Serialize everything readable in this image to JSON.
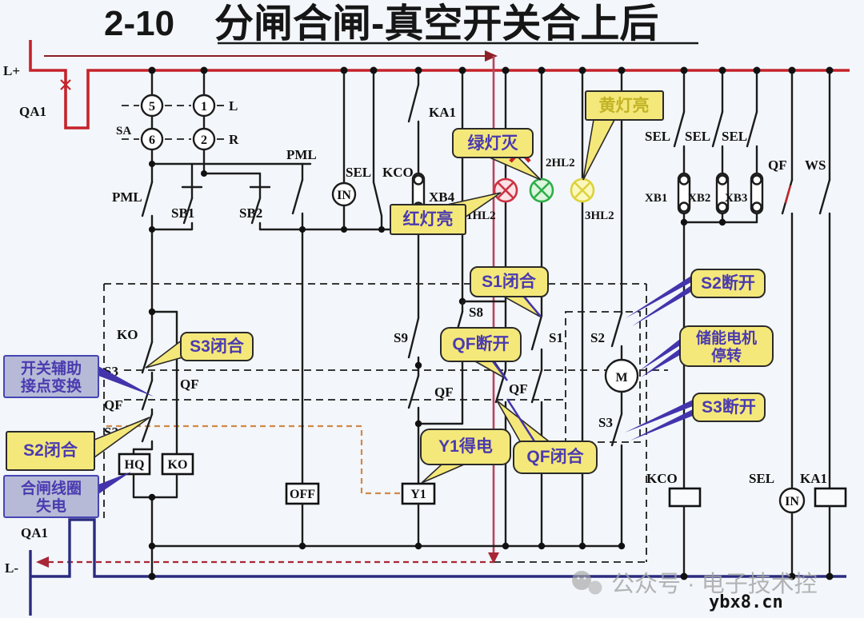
{
  "title": {
    "num": "2-10",
    "text": "分闸合闸-真空开关合上后"
  },
  "terminals": {
    "l_plus": "L+",
    "l_minus": "L-",
    "qa1_top": "QA1",
    "qa1_bottom": "QA1"
  },
  "selector": {
    "sa": "SA",
    "c5": "5",
    "c6": "6",
    "c1": "1",
    "c2": "2",
    "l": "L",
    "r": "R"
  },
  "top": {
    "pml_left": "PML",
    "sb1": "SB1",
    "sb2": "SB2",
    "pml_right": "PML",
    "sel": "SEL",
    "kco": "KCO",
    "ka1": "KA1",
    "xb4": "XB4",
    "in": "IN"
  },
  "lamps": {
    "hl1": "1HL2",
    "hl2": "2HL2",
    "hl3": "3HL2"
  },
  "right": {
    "sel1": "SEL",
    "sel2": "SEL",
    "sel3": "SEL",
    "xb1": "XB1",
    "xb2": "XB2",
    "xb3": "XB3",
    "qf": "QF",
    "ws": "WS"
  },
  "left_chain": {
    "ko": "KO",
    "s3": "S3",
    "qf_branch": "QF",
    "qf": "QF",
    "s2": "S2",
    "hq_coil": "HQ",
    "ko_coil": "KO"
  },
  "mid": {
    "s9": "S9",
    "s8": "S8",
    "qf1": "QF",
    "qf2": "QF",
    "s1": "S1",
    "s2": "S2",
    "motor": "M",
    "s3": "S3",
    "off_coil": "OFF",
    "y1_coil": "Y1"
  },
  "bottom_right": {
    "kco": "KCO",
    "sel": "SEL",
    "in": "IN",
    "ka1": "KA1"
  },
  "callouts": {
    "green_off": "绿灯灭",
    "red_on": "红灯亮",
    "yellow_on": "黄灯亮",
    "s3_closed": "S3闭合",
    "s1_closed": "S1闭合",
    "qf_open": "QF断开",
    "s2_open": "S2断开",
    "motor_stop_line1": "储能电机",
    "motor_stop_line2": "停转",
    "s3_open": "S3断开",
    "qf_closed": "QF闭合",
    "y1_energized": "Y1得电",
    "s2_closed": "S2闭合",
    "aux_line1": "开关辅助",
    "aux_line2": "接点变换",
    "coil_line1": "合闸线圈",
    "coil_line2": "失电"
  },
  "watermark": {
    "account": "公众号 · 电子技术控",
    "site": "ybx8.cn"
  },
  "colors": {
    "bus_positive": "#c5232b",
    "bus_negative": "#2b2b80",
    "wire": "#1c1c1c",
    "trip_line": "#b8455c",
    "callout_bg": "#f5e87a",
    "callout_text": "#4a3ab0",
    "note_bg": "#b6bad6",
    "lamp_red": "#cc3344",
    "lamp_green": "#2fae4a",
    "lamp_yellow": "#ddd23a"
  }
}
